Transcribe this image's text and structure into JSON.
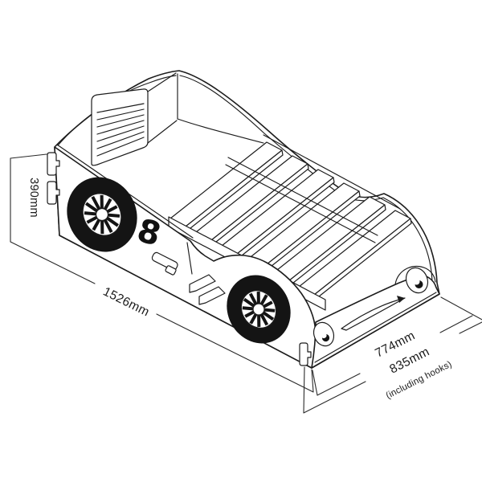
{
  "diagram": {
    "type": "isometric-technical-drawing",
    "subject": "kids race car bed frame with slatted base",
    "dimension_labels": {
      "height": "390mm",
      "length": "1526mm",
      "width": "774mm",
      "width_including_hooks": "835mm",
      "width_note": "(including hooks)"
    },
    "decals": {
      "racing_number": "8"
    },
    "style": {
      "line_color": "#1c1c1c",
      "background": "#ffffff",
      "tire_color": "#141414"
    }
  }
}
